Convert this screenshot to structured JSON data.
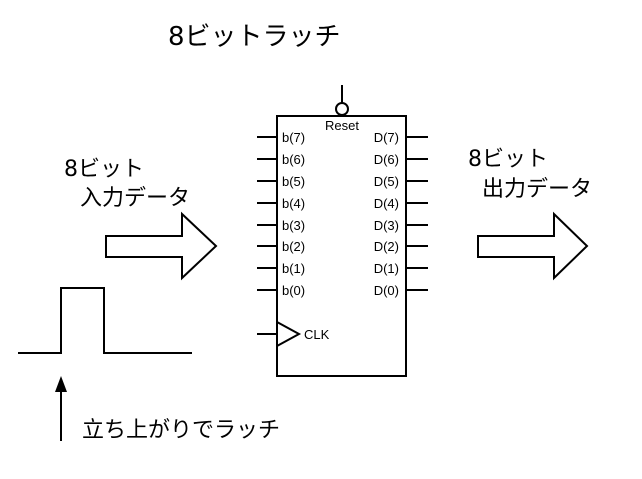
{
  "title": "8ビットラッチ",
  "input": {
    "line1": "8ビット",
    "line2": "入力データ"
  },
  "output": {
    "line1": "8ビット",
    "line2": "出力データ"
  },
  "chip": {
    "reset_label": "Reset",
    "clock_label": "CLK",
    "inputs": [
      "b(7)",
      "b(6)",
      "b(5)",
      "b(4)",
      "b(3)",
      "b(2)",
      "b(1)",
      "b(0)"
    ],
    "outputs": [
      "D(7)",
      "D(6)",
      "D(5)",
      "D(4)",
      "D(3)",
      "D(2)",
      "D(1)",
      "D(0)"
    ]
  },
  "note": "立ち上がりでラッチ"
}
